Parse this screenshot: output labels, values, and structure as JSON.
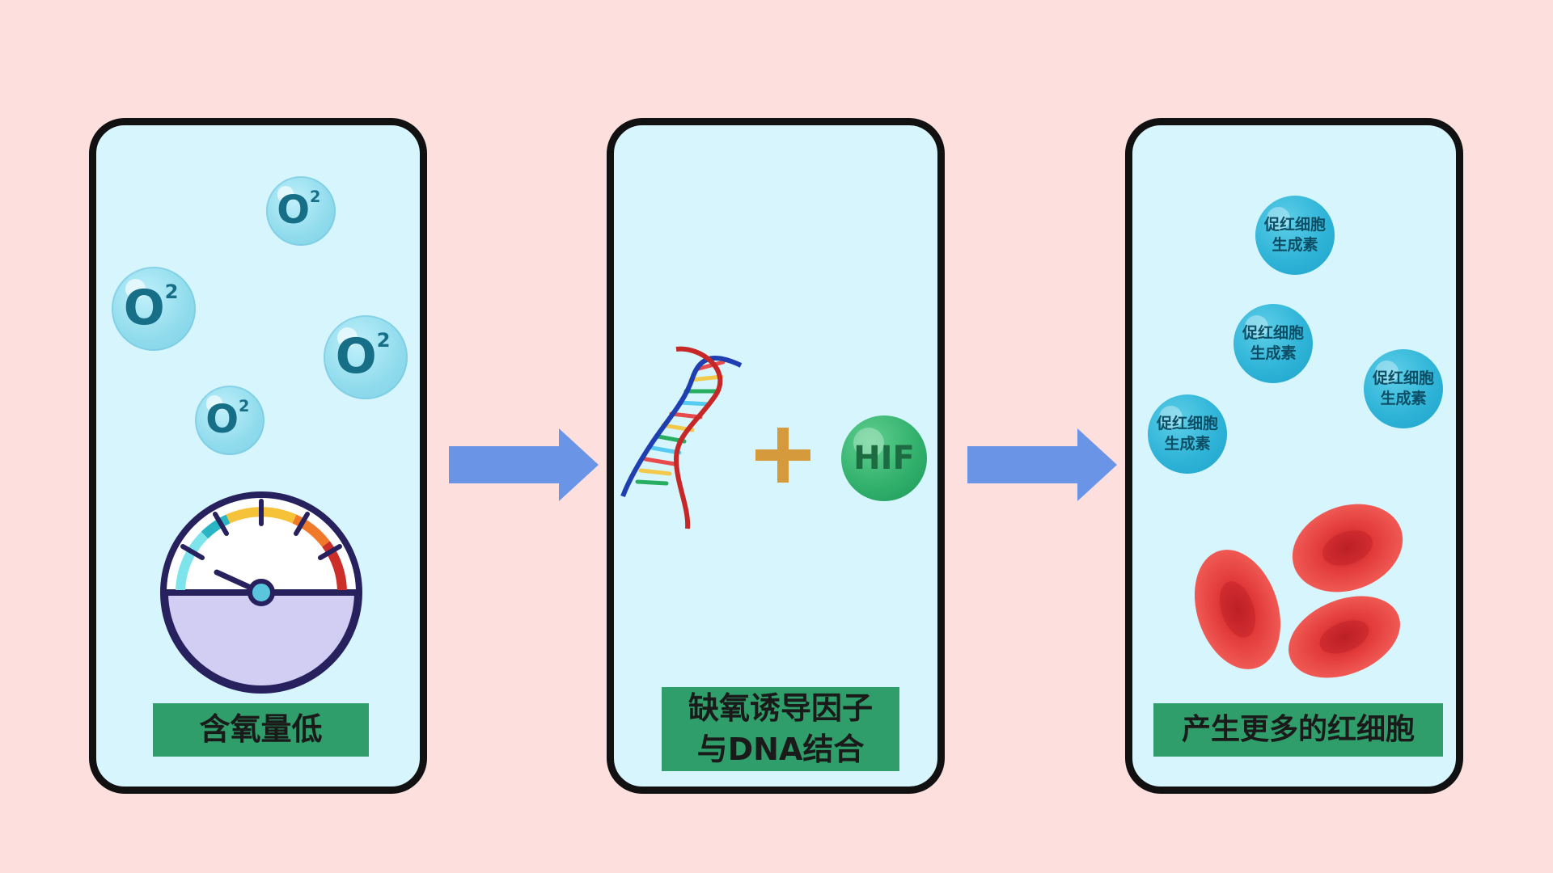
{
  "captions": {
    "low_oxygen": "含氧量低",
    "hif_binding_line1": "缺氧诱导因子",
    "hif_binding_line2": "与DNA结合",
    "more_rbc": "产生更多的红细胞"
  },
  "oxygen": {
    "symbol": "O",
    "subscript": "2"
  },
  "hif": {
    "label": "HIF"
  },
  "epo": {
    "line1": "促红细胞",
    "line2": "生成素"
  },
  "colors": {
    "background": "#fde0de",
    "panel_fill": "#d6f5fd",
    "caption_fill": "#2f9e6a",
    "arrow": "#6a95e6",
    "plus": "#d49a3c",
    "hif_green": "#2fae6a",
    "epo_blue": "#2fb4d8",
    "rbc_red": "#d9262b"
  },
  "icons": {
    "gauge": "oxygen-gauge-icon",
    "dna": "dna-helix-icon",
    "blood_cells": "red-blood-cell-icon"
  }
}
